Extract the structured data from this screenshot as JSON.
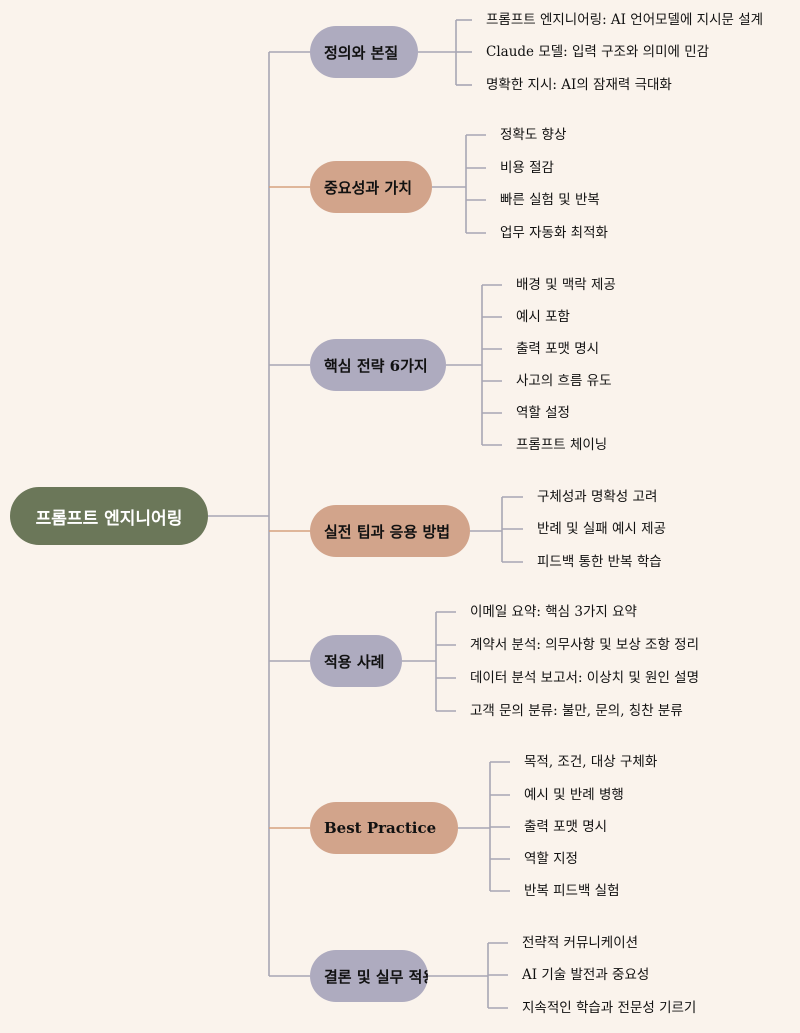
{
  "root": {
    "label": "프롬프트 엔지니어링"
  },
  "colors": {
    "background": "#faf3ec",
    "root": "#6b7759",
    "gray_node": "#aeabbf",
    "peach_node": "#d2a48b",
    "line_gray": "#a8a6b4",
    "line_orange": "#d6a17f"
  },
  "branches": [
    {
      "label": "정의와 본질",
      "color": "gray",
      "children": [
        "프롬프트 엔지니어링: AI 언어모델에 지시문 설계",
        "Claude 모델: 입력 구조와 의미에 민감",
        "명확한 지시: AI의 잠재력 극대화"
      ]
    },
    {
      "label": "중요성과 가치",
      "color": "peach",
      "children": [
        "정확도 향상",
        "비용 절감",
        "빠른 실험 및 반복",
        "업무 자동화 최적화"
      ]
    },
    {
      "label": "핵심 전략 6가지",
      "color": "gray",
      "children": [
        "배경 및 맥락 제공",
        "예시 포함",
        "출력 포맷 명시",
        "사고의 흐름 유도",
        "역할 설정",
        "프롬프트 체이닝"
      ]
    },
    {
      "label": "실전 팁과 응용 방법",
      "color": "peach",
      "children": [
        "구체성과 명확성 고려",
        "반례 및 실패 예시 제공",
        "피드백 통한 반복 학습"
      ]
    },
    {
      "label": "적용 사례",
      "color": "gray",
      "children": [
        "이메일 요약: 핵심 3가지 요약",
        "계약서 분석: 의무사항 및 보상 조항 정리",
        "데이터 분석 보고서: 이상치 및 원인 설명",
        "고객 문의 분류: 불만, 문의, 칭찬 분류"
      ]
    },
    {
      "label": "Best Practice",
      "color": "peach",
      "children": [
        "목적, 조건, 대상 구체화",
        "예시 및 반례 병행",
        "출력 포맷 명시",
        "역할 지정",
        "반복 피드백 실험"
      ]
    },
    {
      "label": "결론 및 실무 적용",
      "color": "gray",
      "children": [
        "전략적 커뮤니케이션",
        "AI 기술 발전과 중요성",
        "지속적인 학습과 전문성 기르기"
      ]
    }
  ]
}
